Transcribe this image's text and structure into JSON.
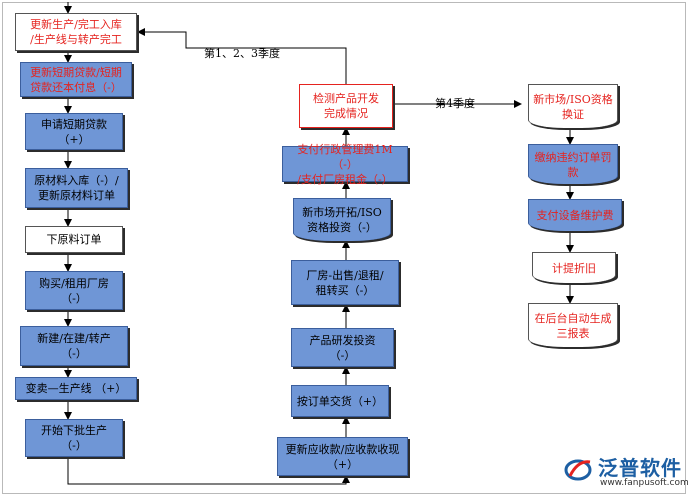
{
  "flow_labels": {
    "q123": "第1、2、3季度",
    "q4": "第4季度"
  },
  "left_column": [
    {
      "line1": "更新生产/完工入库",
      "line2": "/生产线与转产完工",
      "style": "white-red"
    },
    {
      "line1": "更新短期贷款/短期",
      "line2": "贷款还本付息（-）",
      "style": "blue-red"
    },
    {
      "line1": "申请短期贷款",
      "line2": "（+）",
      "style": "blue"
    },
    {
      "line1": "原材料入库（-）/",
      "line2": "更新原材料订单",
      "style": "blue"
    },
    {
      "line1": "下原料订单",
      "line2": "",
      "style": "white"
    },
    {
      "line1": "购买/租用厂房",
      "line2": "（-）",
      "style": "blue"
    },
    {
      "line1": "新建/在建/转产",
      "line2": "（-）",
      "style": "blue"
    },
    {
      "line1": "变卖—生产线 （+）",
      "line2": "",
      "style": "blue"
    },
    {
      "line1": "开始下批生产",
      "line2": "（-）",
      "style": "blue"
    }
  ],
  "middle_column": [
    {
      "line1": "检测产品开发",
      "line2": "完成情况",
      "style": "white-red"
    },
    {
      "line1": "支付行政管理费1M（-）",
      "line2": "/支付厂房租金（-）",
      "style": "blue-red"
    },
    {
      "line1": "新市场开拓/ISO",
      "line2": "资格投资（-）",
      "style": "blue"
    },
    {
      "line1": "厂房-出售/退租/",
      "line2": "租转买（-）",
      "style": "blue"
    },
    {
      "line1": "产品研发投资",
      "line2": "（-）",
      "style": "blue"
    },
    {
      "line1": "按订单交货（+）",
      "line2": "",
      "style": "blue"
    },
    {
      "line1": "更新应收款/应收款收现",
      "line2": "（+）",
      "style": "blue"
    }
  ],
  "right_column": [
    {
      "line1": "新市场/ISO资格",
      "line2": "换证",
      "style": "white-red"
    },
    {
      "line1": "缴纳违约订单罚",
      "line2": "款",
      "style": "blue-red"
    },
    {
      "line1": "支付设备维护费",
      "line2": "",
      "style": "blue-red"
    },
    {
      "line1": "计提折旧",
      "line2": "",
      "style": "white-red"
    },
    {
      "line1": "在后台自动生成",
      "line2": "三报表",
      "style": "white-red"
    }
  ],
  "logo": {
    "name": "泛普软件",
    "url": "www.fanpusoft.com"
  },
  "colors": {
    "box_blue": "#6f96d6",
    "text_red": "#e5231f",
    "logo_blue": "#1d5fa3"
  }
}
